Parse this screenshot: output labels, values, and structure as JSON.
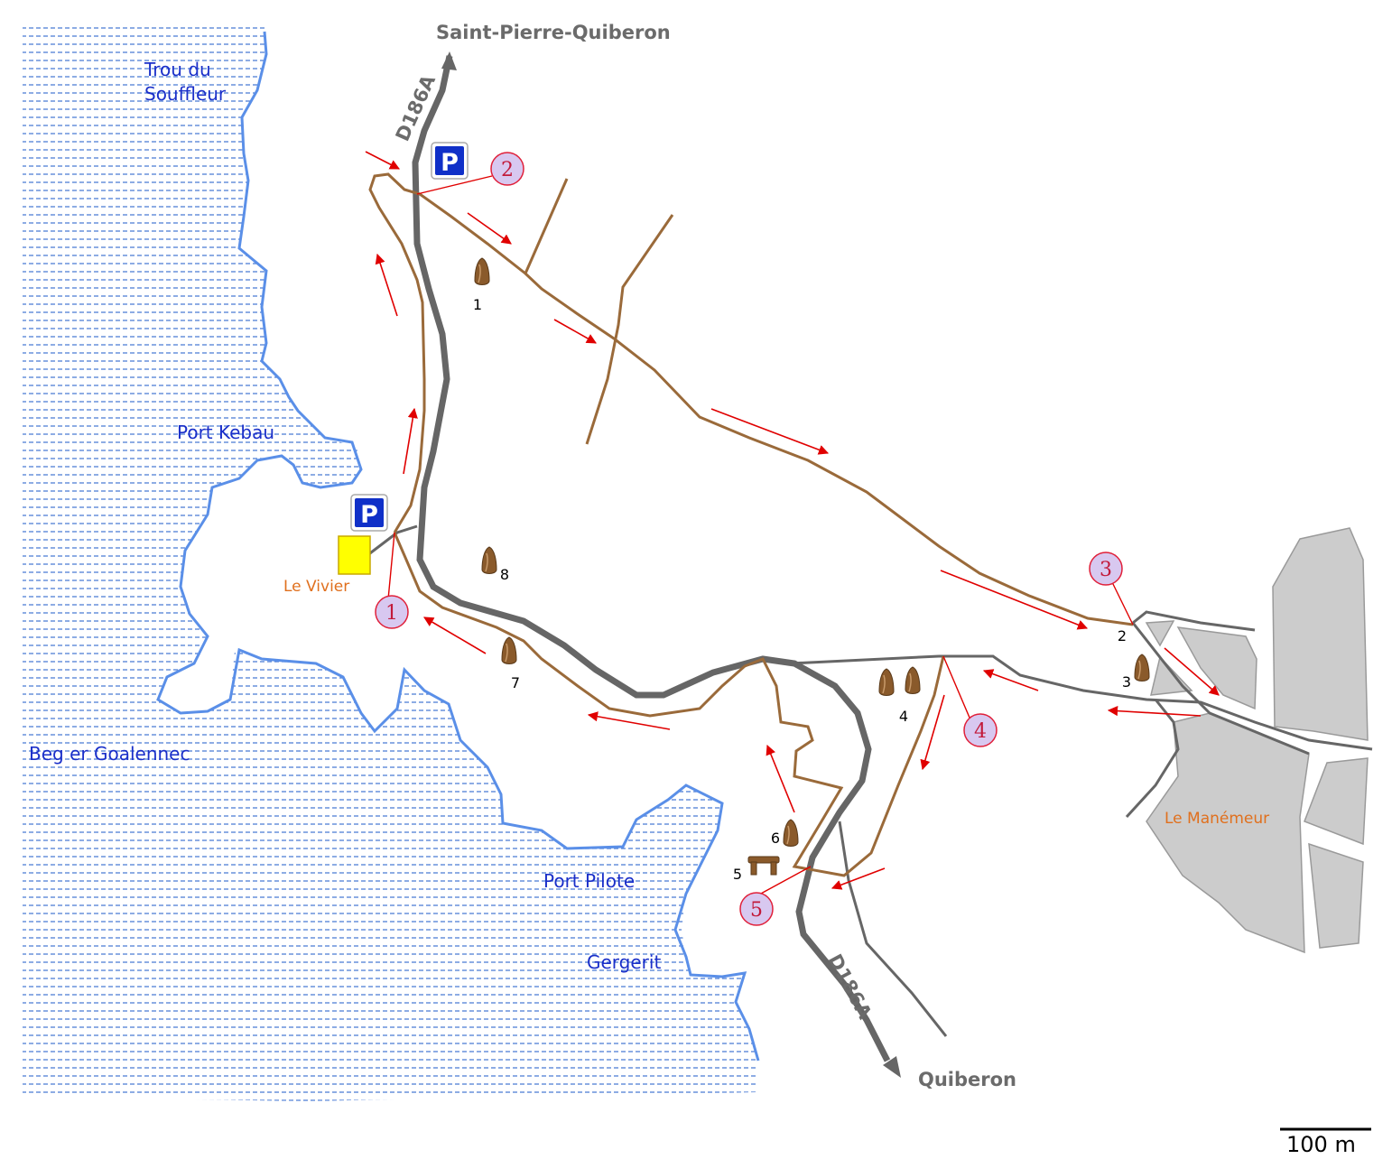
{
  "places": {
    "trou_du_souffleur_1": "Trou du",
    "trou_du_souffleur_2": "Souffleur",
    "port_kebau": "Port Kebau",
    "beg_er_goalennec": "Beg er Goalennec",
    "port_pilote": "Port Pilote",
    "gergerit": "Gergerit",
    "le_vivier": "Le Vivier",
    "le_maneneur": "Le Manémeur"
  },
  "roads": {
    "north_destination": "Saint-Pierre-Quiberon",
    "south_destination": "Quiberon",
    "road_code_north": "D186A",
    "road_code_south": "D186A"
  },
  "parking": {
    "symbol": "P"
  },
  "steps": [
    "1",
    "2",
    "3",
    "4",
    "5"
  ],
  "monuments": [
    "1",
    "2",
    "3",
    "4",
    "5",
    "6",
    "7",
    "8"
  ],
  "scale": {
    "label": "100 m"
  },
  "colors": {
    "sea_hatch": "#4f7fd6",
    "coastline": "#5a8fe8",
    "trail": "#9a6a3a",
    "road": "#666666",
    "village": "#cccccc",
    "arrow": "#e00000",
    "step_fill": "#d8c8f0",
    "step_stroke": "#e0203a",
    "parking": "#1030c8",
    "start_marker": "#ffff00"
  }
}
